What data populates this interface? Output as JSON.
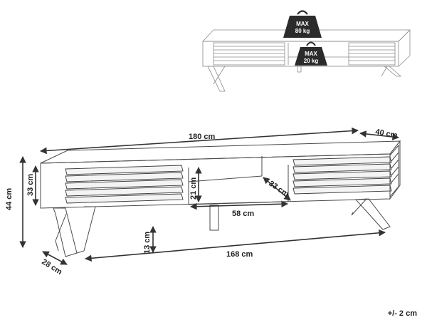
{
  "weights": {
    "top": {
      "label": "MAX",
      "value": "80 kg"
    },
    "shelf": {
      "label": "MAX",
      "value": "20 kg"
    }
  },
  "dimensions": {
    "width": "180 cm",
    "depth": "40 cm",
    "height_total": "44 cm",
    "height_body": "33 cm",
    "shelf_height": "21 cm",
    "shelf_depth": "33 cm",
    "shelf_width": "58 cm",
    "leg_height": "13 cm",
    "leg_span": "168 cm",
    "leg_depth": "28 cm"
  },
  "tolerance": "+/- 2 cm",
  "colors": {
    "line": "#4a4a4a",
    "arrow": "#333333",
    "weight_icon": "#2b2b2b"
  }
}
